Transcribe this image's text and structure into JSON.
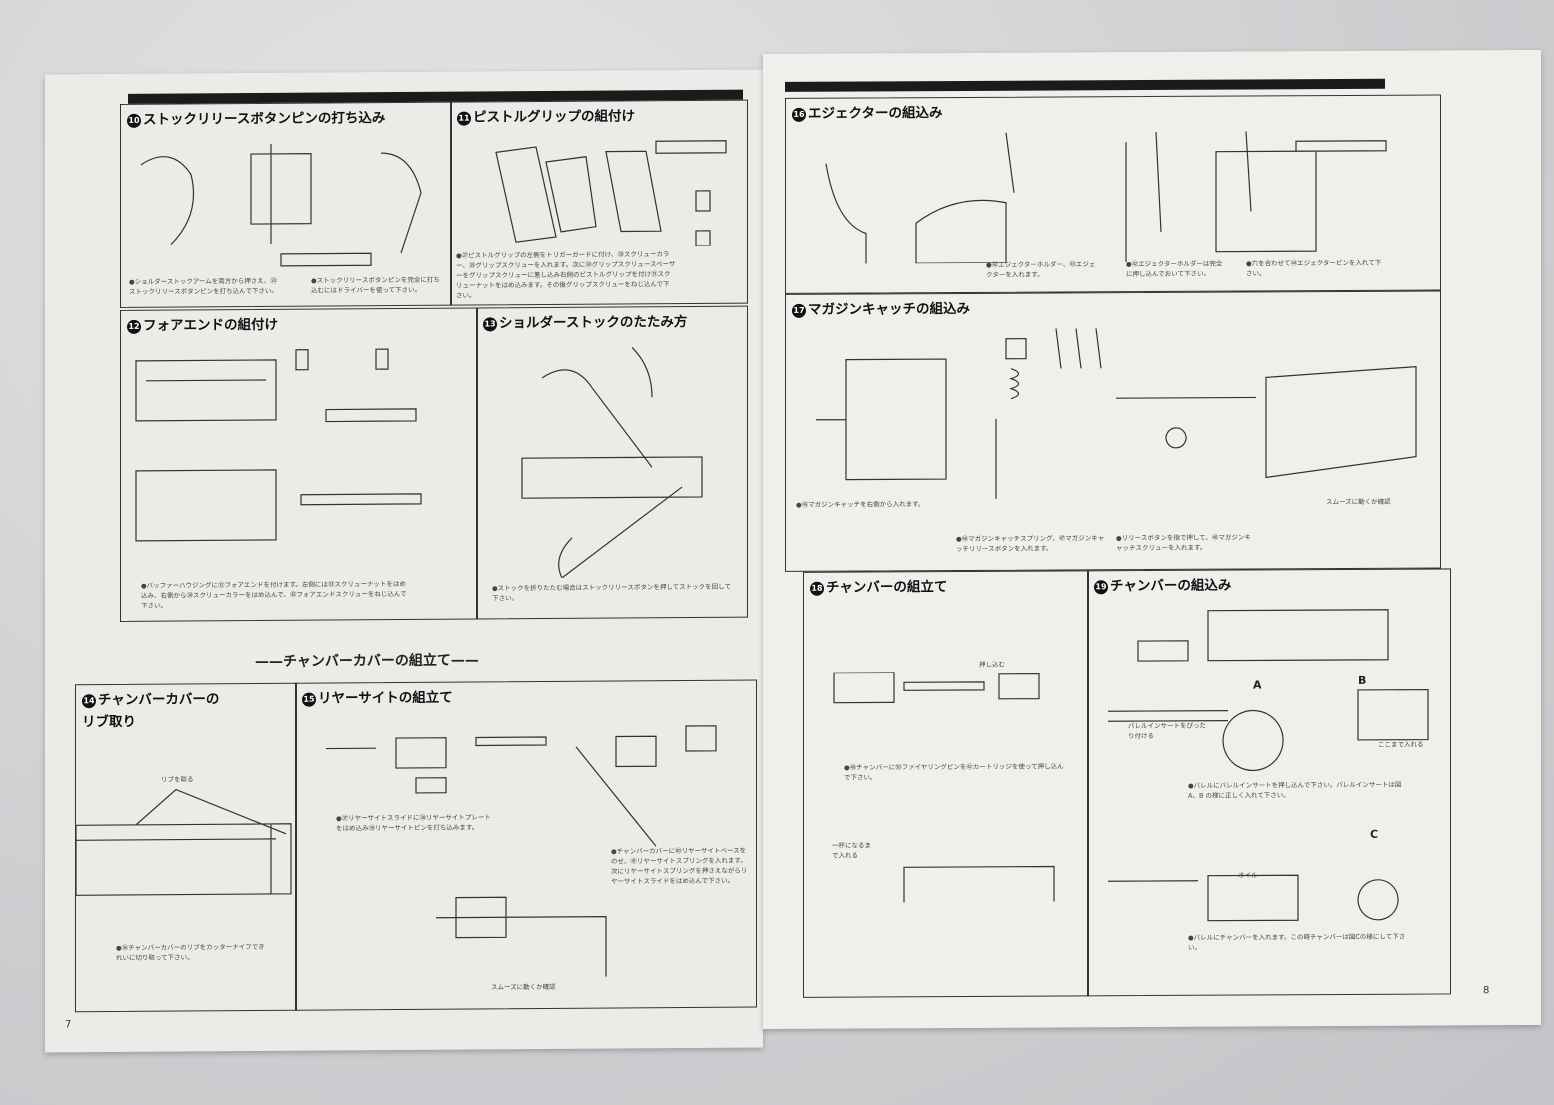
{
  "left_page": {
    "page_number": "7",
    "panels": [
      {
        "num": "10",
        "title": "ストックリリースボタンピンの打ち込み",
        "captions": [
          "●ショルダーストックアームを両方から押さえ、㉓ストックリリースボタンピンを打ち込んで下さい。",
          "●ストックリリースボタンピンを完全に打ち込むにはドライバーを使って下さい。"
        ]
      },
      {
        "num": "11",
        "title": "ピストルグリップの組付け",
        "captions": [
          "●㉗ピストルグリップの左側をトリガーガードに付け、㉘スクリューカラー、㉙グリップスクリューを入れます。次に㉚グリップスクリュースペーサーをグリップスクリューに差し込み右側のピストルグリップを付け㉛スクリューナットをはめ込みます。その後グリップスクリューをねじ込んで下さい。"
        ]
      },
      {
        "num": "12",
        "title": "フォアエンドの組付け",
        "captions": [
          "●バッファーハウジングに㉜フォアエンドを付けます。左側には㉝スクリューナットをはめ込み、右側から㉞スクリューカラーをはめ込んで、㉟フォアエンドスクリューをねじ込んで下さい。"
        ]
      },
      {
        "num": "13",
        "title": "ショルダーストックのたたみ方",
        "captions": [
          "●ストックを折りたたむ場合はストックリリースボタンを押してストックを回して下さい。"
        ]
      },
      {
        "num": "14",
        "title": "チャンバーカバーの\nリブ取り",
        "captions": [
          "リブを取る",
          "●㊱チャンバーカバーのリブをカッターナイフできれいに切り取って下さい。"
        ]
      },
      {
        "num": "15",
        "title": "リヤーサイトの組立て",
        "captions": [
          "●㊲リヤーサイトスライドに㊳リヤーサイトプレートをはめ込み㊴リヤーサイトピンを打ち込みます。",
          "●チャンバーカバーに㊵リヤーサイトベースをのせ、㊶リヤーサイトスプリングを入れます。次にリヤーサイトスプリングを押さえながらリヤーサイトスライドをはめ込んで下さい。",
          "スムーズに動くか確認"
        ]
      }
    ],
    "section_title": "チャンバーカバーの組立て"
  },
  "right_page": {
    "page_number": "8",
    "panels": [
      {
        "num": "16",
        "title": "エジェクターの組込み",
        "captions": [
          "●㊷エジェクターホルダー、㊸エジェクターを入れます。",
          "●㊷エジェクターホルダーは完全に押し込んでおいて下さい。",
          "●穴を合わせて㊹エジェクターピンを入れて下さい。"
        ]
      },
      {
        "num": "17",
        "title": "マガジンキャッチの組込み",
        "captions": [
          "●㊺マガジンキャッチを右側から入れます。",
          "●㊻マガジンキャッチスプリング、㊼マガジンキャッチリリースボタンを入れます。",
          "●リリースボタンを指で押して、㊽マガジンキャッチスクリューを入れます。",
          "スムーズに動くか確認"
        ]
      },
      {
        "num": "18",
        "title": "チャンバーの組立て",
        "captions": [
          "押し込む",
          "●㊾チャンバーに㊿ファイヤリングピンを㊷カートリッジを使って押し込んで下さい。",
          "一杯になるまで入れる"
        ]
      },
      {
        "num": "19",
        "title": "チャンバーの組込み",
        "captions": [
          "バレルインサートをぴったり付ける",
          "ここまで入れる",
          "●バレルにバレルインサートを押し込んで下さい。バレルインサートは図A、B の様に正しく入れて下さい。",
          "オイル",
          "●バレルにチャンバーを入れます。この時チャンバーは図Cの様にして下さい。"
        ],
        "labels": [
          "A",
          "B",
          "C"
        ]
      }
    ]
  }
}
